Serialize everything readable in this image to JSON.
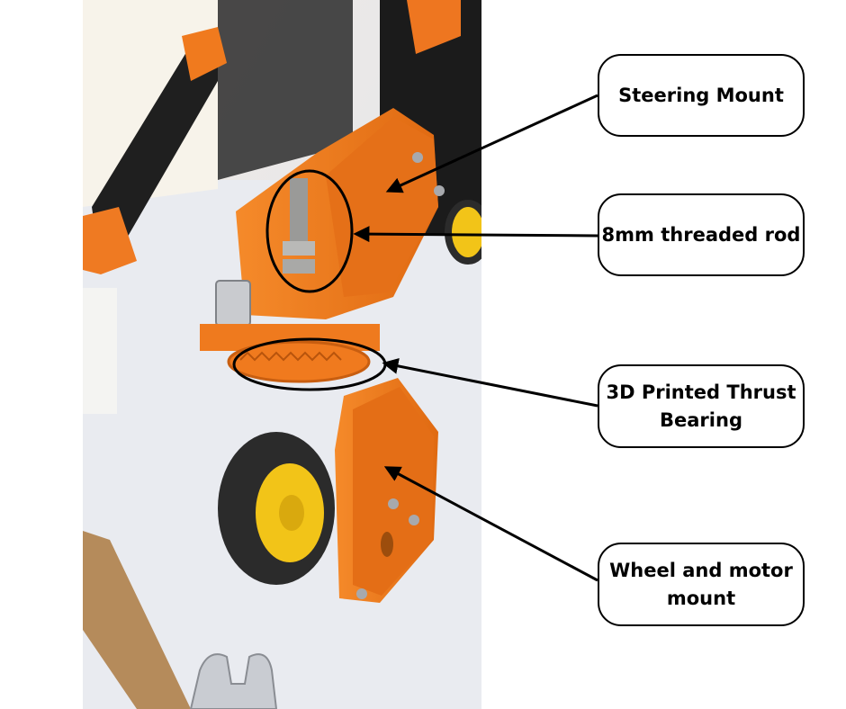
{
  "labels": {
    "steering_mount": "Steering Mount",
    "threaded_rod": "8mm threaded rod",
    "thrust_bearing": "3D Printed Thrust Bearing",
    "wheel_motor_mount": "Wheel and motor mount"
  },
  "colors": {
    "printed_part": "#f07a1e",
    "printed_part_shadow": "#c85e10",
    "wheel_rubber": "#2b2b2b",
    "wheel_hub": "#f2c418",
    "frame_black": "#1d1d1d",
    "table": "#e7e9ee",
    "wood": "#b48a5a",
    "annotation": "#000000"
  },
  "icons": {
    "arrow": "arrowhead-icon",
    "highlight": "ellipse-highlight-icon"
  }
}
